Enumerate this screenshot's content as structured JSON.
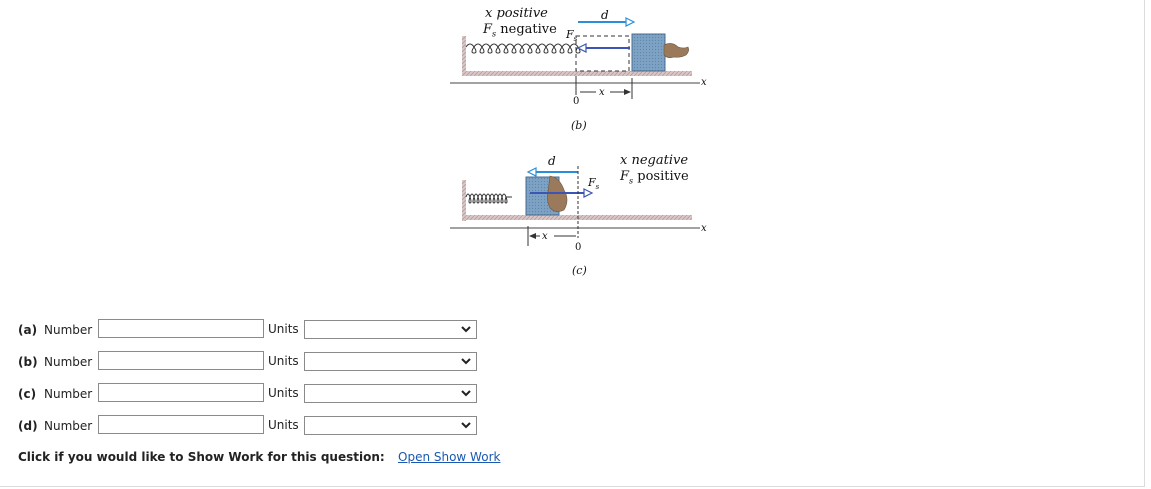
{
  "figure": {
    "panel_b": {
      "line1": "x positive",
      "line2_sym": "F",
      "line2_sub": "s",
      "line2_word": "negative",
      "vec_d": "d",
      "vec_F": "F",
      "vec_F_sub": "s",
      "axis_x": "x",
      "origin": "0",
      "dist_x": "x",
      "caption": "(b)"
    },
    "panel_c": {
      "line1": "x negative",
      "line2_sym": "F",
      "line2_sub": "s",
      "line2_word": "positive",
      "vec_d": "d",
      "vec_F": "F",
      "vec_F_sub": "s",
      "axis_x": "x",
      "origin": "0",
      "dist_x": "x",
      "caption": "(c)"
    }
  },
  "rows": [
    {
      "id": "(a)",
      "label": "Number",
      "value": "",
      "units_label": "Units",
      "units_value": ""
    },
    {
      "id": "(b)",
      "label": "Number",
      "value": "",
      "units_label": "Units",
      "units_value": ""
    },
    {
      "id": "(c)",
      "label": "Number",
      "value": "",
      "units_label": "Units",
      "units_value": ""
    },
    {
      "id": "(d)",
      "label": "Number",
      "value": "",
      "units_label": "Units",
      "units_value": ""
    }
  ],
  "show_work": {
    "prompt": "Click if you would like to Show Work for this question:",
    "link": "Open Show Work"
  },
  "colors": {
    "blue_arrow": "#2a8fd8",
    "navy_arrow": "#3a55b5",
    "block": "#7ea2c4",
    "floor": "#c9b4b4",
    "link": "#1a58b4"
  },
  "icons": [
    "chevron-down-icon",
    "hand-icon"
  ]
}
